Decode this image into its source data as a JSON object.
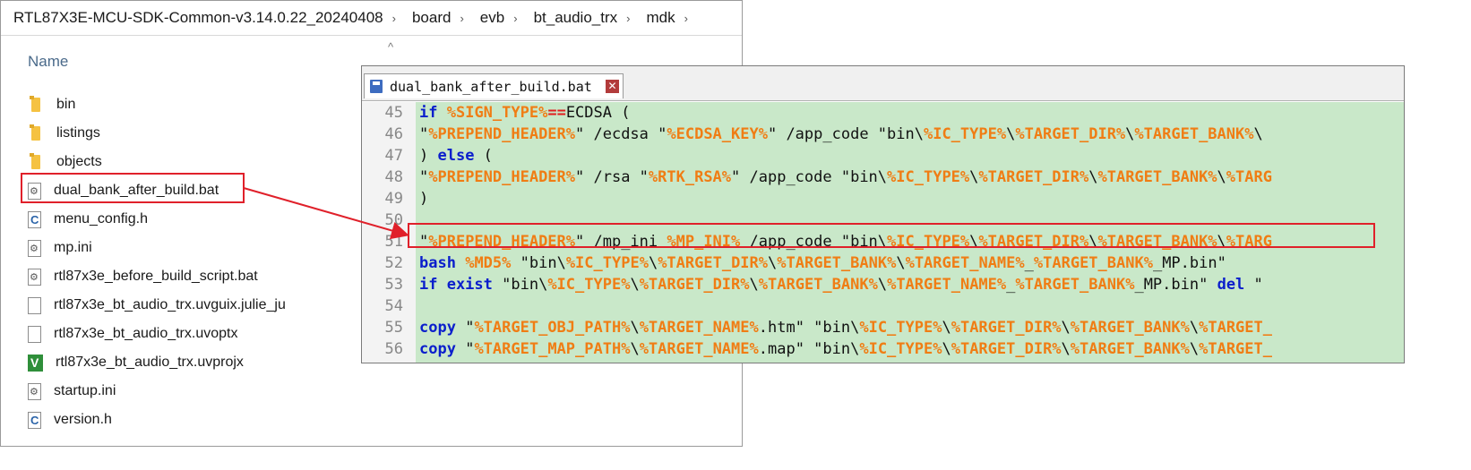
{
  "breadcrumb": [
    "RTL87X3E-MCU-SDK-Common-v3.14.0.22_20240408",
    "board",
    "evb",
    "bt_audio_trx",
    "mdk"
  ],
  "breadcrumb_separator": "›",
  "sort_indicator": "^",
  "column_header": "Name",
  "files": [
    {
      "name": "bin",
      "icon": "folder-icon"
    },
    {
      "name": "listings",
      "icon": "folder-icon"
    },
    {
      "name": "objects",
      "icon": "folder-icon"
    },
    {
      "name": "dual_bank_after_build.bat",
      "icon": "bat-file-icon"
    },
    {
      "name": "menu_config.h",
      "icon": "c-header-icon"
    },
    {
      "name": "mp.ini",
      "icon": "ini-file-icon"
    },
    {
      "name": "rtl87x3e_before_build_script.bat",
      "icon": "bat-file-icon"
    },
    {
      "name": "rtl87x3e_bt_audio_trx.uvguix.julie_ju",
      "icon": "file-icon"
    },
    {
      "name": "rtl87x3e_bt_audio_trx.uvoptx",
      "icon": "file-icon"
    },
    {
      "name": "rtl87x3e_bt_audio_trx.uvprojx",
      "icon": "keil-project-icon"
    },
    {
      "name": "startup.ini",
      "icon": "ini-file-icon"
    },
    {
      "name": "version.h",
      "icon": "c-header-icon"
    }
  ],
  "editor": {
    "tab_title": "dual_bank_after_build.bat",
    "close_glyph": "✕",
    "lines": [
      {
        "n": "45",
        "parts": [
          [
            "kw",
            "if"
          ],
          [
            "t",
            " "
          ],
          [
            "var",
            "%SIGN_TYPE%"
          ],
          [
            "op",
            "=="
          ],
          [
            "t",
            "ECDSA ("
          ]
        ]
      },
      {
        "n": "46",
        "parts": [
          [
            "t",
            "\""
          ],
          [
            "var",
            "%PREPEND_HEADER%"
          ],
          [
            "t",
            "\" /ecdsa \""
          ],
          [
            "var",
            "%ECDSA_KEY%"
          ],
          [
            "t",
            "\" /app_code \"bin\\"
          ],
          [
            "var",
            "%IC_TYPE%"
          ],
          [
            "t",
            "\\"
          ],
          [
            "var",
            "%TARGET_DIR%"
          ],
          [
            "t",
            "\\"
          ],
          [
            "var",
            "%TARGET_BANK%"
          ],
          [
            "t",
            "\\"
          ]
        ]
      },
      {
        "n": "47",
        "parts": [
          [
            "t",
            ") "
          ],
          [
            "kw",
            "else"
          ],
          [
            "t",
            " ("
          ]
        ]
      },
      {
        "n": "48",
        "parts": [
          [
            "t",
            "\""
          ],
          [
            "var",
            "%PREPEND_HEADER%"
          ],
          [
            "t",
            "\" /rsa \""
          ],
          [
            "var",
            "%RTK_RSA%"
          ],
          [
            "t",
            "\" /app_code \"bin\\"
          ],
          [
            "var",
            "%IC_TYPE%"
          ],
          [
            "t",
            "\\"
          ],
          [
            "var",
            "%TARGET_DIR%"
          ],
          [
            "t",
            "\\"
          ],
          [
            "var",
            "%TARGET_BANK%"
          ],
          [
            "t",
            "\\"
          ],
          [
            "var",
            "%TARG"
          ]
        ]
      },
      {
        "n": "49",
        "parts": [
          [
            "t",
            ")"
          ]
        ]
      },
      {
        "n": "50",
        "parts": []
      },
      {
        "n": "51",
        "parts": [
          [
            "t",
            "\""
          ],
          [
            "var",
            "%PREPEND_HEADER%"
          ],
          [
            "t",
            "\" /mp_ini "
          ],
          [
            "var",
            "%MP_INI%"
          ],
          [
            "t",
            " /app_code \"bin\\"
          ],
          [
            "var",
            "%IC_TYPE%"
          ],
          [
            "t",
            "\\"
          ],
          [
            "var",
            "%TARGET_DIR%"
          ],
          [
            "t",
            "\\"
          ],
          [
            "var",
            "%TARGET_BANK%"
          ],
          [
            "t",
            "\\"
          ],
          [
            "var",
            "%TARG"
          ]
        ]
      },
      {
        "n": "52",
        "parts": [
          [
            "kw",
            "bash"
          ],
          [
            "t",
            " "
          ],
          [
            "var",
            "%MD5%"
          ],
          [
            "t",
            " \"bin\\"
          ],
          [
            "var",
            "%IC_TYPE%"
          ],
          [
            "t",
            "\\"
          ],
          [
            "var",
            "%TARGET_DIR%"
          ],
          [
            "t",
            "\\"
          ],
          [
            "var",
            "%TARGET_BANK%"
          ],
          [
            "t",
            "\\"
          ],
          [
            "var",
            "%TARGET_NAME%"
          ],
          [
            "t",
            "_"
          ],
          [
            "var",
            "%TARGET_BANK%"
          ],
          [
            "t",
            "_MP.bin\""
          ]
        ]
      },
      {
        "n": "53",
        "parts": [
          [
            "kw",
            "if exist"
          ],
          [
            "t",
            " \"bin\\"
          ],
          [
            "var",
            "%IC_TYPE%"
          ],
          [
            "t",
            "\\"
          ],
          [
            "var",
            "%TARGET_DIR%"
          ],
          [
            "t",
            "\\"
          ],
          [
            "var",
            "%TARGET_BANK%"
          ],
          [
            "t",
            "\\"
          ],
          [
            "var",
            "%TARGET_NAME%"
          ],
          [
            "t",
            "_"
          ],
          [
            "var",
            "%TARGET_BANK%"
          ],
          [
            "t",
            "_MP.bin\" "
          ],
          [
            "kw",
            "del"
          ],
          [
            "t",
            " \""
          ]
        ]
      },
      {
        "n": "54",
        "parts": []
      },
      {
        "n": "55",
        "parts": [
          [
            "kw",
            "copy"
          ],
          [
            "t",
            " \""
          ],
          [
            "var",
            "%TARGET_OBJ_PATH%"
          ],
          [
            "t",
            "\\"
          ],
          [
            "var",
            "%TARGET_NAME%"
          ],
          [
            "t",
            ".htm\" \"bin\\"
          ],
          [
            "var",
            "%IC_TYPE%"
          ],
          [
            "t",
            "\\"
          ],
          [
            "var",
            "%TARGET_DIR%"
          ],
          [
            "t",
            "\\"
          ],
          [
            "var",
            "%TARGET_BANK%"
          ],
          [
            "t",
            "\\"
          ],
          [
            "var",
            "%TARGET_"
          ]
        ]
      },
      {
        "n": "56",
        "parts": [
          [
            "kw",
            "copy"
          ],
          [
            "t",
            " \""
          ],
          [
            "var",
            "%TARGET_MAP_PATH%"
          ],
          [
            "t",
            "\\"
          ],
          [
            "var",
            "%TARGET_NAME%"
          ],
          [
            "t",
            ".map\" \"bin\\"
          ],
          [
            "var",
            "%IC_TYPE%"
          ],
          [
            "t",
            "\\"
          ],
          [
            "var",
            "%TARGET_DIR%"
          ],
          [
            "t",
            "\\"
          ],
          [
            "var",
            "%TARGET_BANK%"
          ],
          [
            "t",
            "\\"
          ],
          [
            "var",
            "%TARGET_"
          ]
        ]
      }
    ]
  },
  "colors": {
    "highlight": "#e0202a",
    "code_bg": "#c9e8c9",
    "keyword": "#0a1ecc",
    "variable": "#f07d14"
  }
}
